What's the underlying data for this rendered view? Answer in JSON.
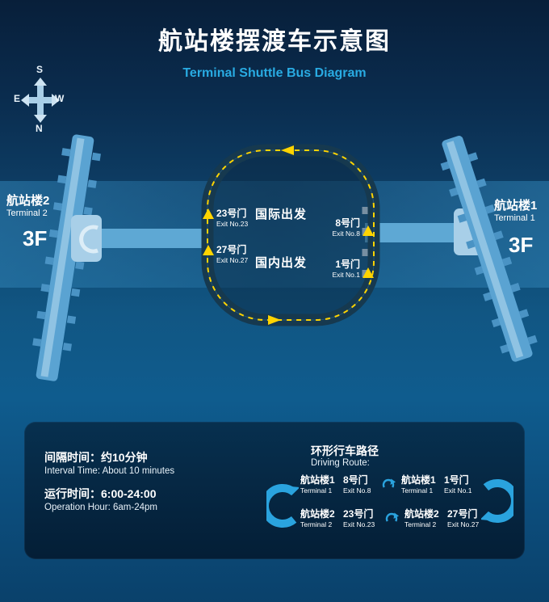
{
  "page": {
    "title": "航站楼摆渡车示意图",
    "subtitle": "Terminal Shuttle Bus Diagram"
  },
  "compass": {
    "top": "S",
    "bottom": "N",
    "left": "E",
    "right": "W"
  },
  "map": {
    "terminal2": {
      "name_cn": "航站楼2",
      "name_en": "Terminal 2",
      "floor": "3F"
    },
    "terminal1": {
      "name_cn": "航站楼1",
      "name_en": "Terminal 1",
      "floor": "3F"
    },
    "labels": {
      "international_departure": "国际出发",
      "domestic_departure": "国内出发"
    },
    "exits": {
      "exit23": {
        "cn": "23号门",
        "en": "Exit No.23"
      },
      "exit27": {
        "cn": "27号门",
        "en": "Exit No.27"
      },
      "exit8": {
        "cn": "8号门",
        "en": "Exit No.8"
      },
      "exit1": {
        "cn": "1号门",
        "en": "Exit No.1"
      }
    }
  },
  "schedule": {
    "interval_cn": "间隔时间：约10分钟",
    "interval_en": "Interval Time: About 10 minutes",
    "hours_cn": "运行时间：6:00-24:00",
    "hours_en": "Operation Hour: 6am-24pm"
  },
  "route": {
    "title_cn": "环形行车路径",
    "title_en": "Driving Route:",
    "rows": [
      {
        "stop1_cn": "航站楼1",
        "stop1_en": "Terminal 1",
        "stop2_cn": "8号门",
        "stop2_en": "Exit No.8",
        "stop3_cn": "航站楼1",
        "stop3_en": "Terminal 1",
        "stop4_cn": "1号门",
        "stop4_en": "Exit No.1"
      },
      {
        "stop1_cn": "航站楼2",
        "stop1_en": "Terminal 2",
        "stop2_cn": "23号门",
        "stop2_en": "Exit No.23",
        "stop3_cn": "航站楼2",
        "stop3_en": "Terminal 2",
        "stop4_cn": "27号门",
        "stop4_en": "Exit No.27"
      }
    ]
  },
  "colors": {
    "accent_cyan": "#29abe2",
    "route_line_yellow": "#ffd400",
    "arrow_blue": "#2aa3de"
  }
}
